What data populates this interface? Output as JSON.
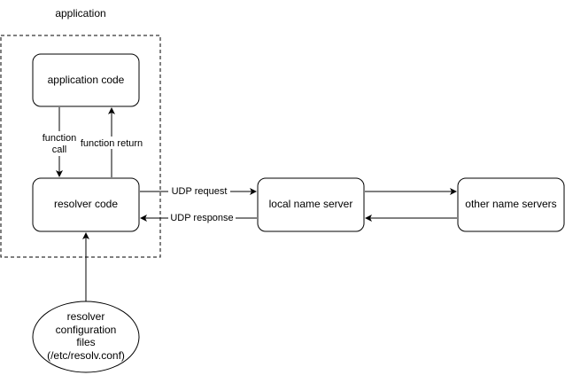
{
  "container": {
    "title": "application"
  },
  "nodes": {
    "app_code": "application code",
    "resolver_code": "resolver code",
    "local_ns": "local name server",
    "other_ns": "other name servers",
    "config_files": [
      "resolver",
      "configuration",
      "files",
      "(/etc/resolv.conf)"
    ]
  },
  "edges": {
    "function_call": [
      "function",
      "call"
    ],
    "function_return": "function return",
    "udp_request": "UDP request",
    "udp_response": "UDP response"
  },
  "colors": {
    "stroke": "#000000",
    "fill": "#ffffff",
    "text": "#000000"
  }
}
